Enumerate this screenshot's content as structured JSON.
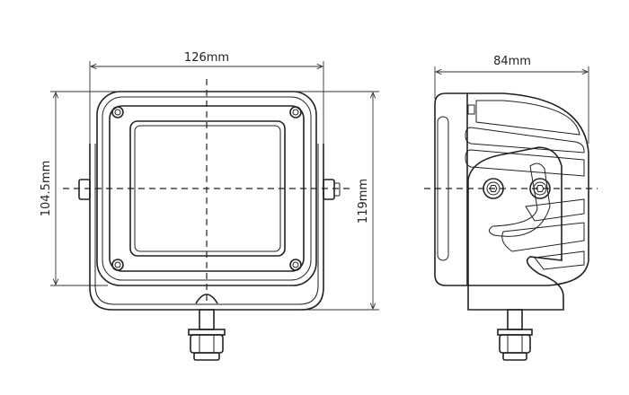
{
  "dimensions": {
    "width": "126mm",
    "height_lens": "104.5mm",
    "height_total": "119mm",
    "depth": "84mm"
  },
  "views": [
    "front-view",
    "side-view"
  ]
}
